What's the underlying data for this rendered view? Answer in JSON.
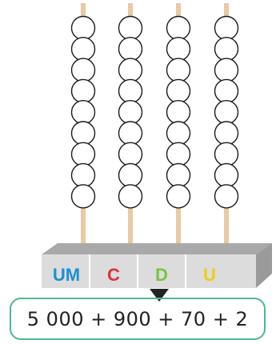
{
  "abacus": {
    "beads_per_rod": [
      9,
      9,
      9,
      9
    ],
    "places": [
      {
        "label": "UM",
        "color": "#1a90d6"
      },
      {
        "label": "C",
        "color": "#e0303a"
      },
      {
        "label": "D",
        "color": "#7cc242"
      },
      {
        "label": "U",
        "color": "#f2cc10"
      }
    ]
  },
  "expression": {
    "text": "5 000 + 900 + 70 + 2"
  }
}
